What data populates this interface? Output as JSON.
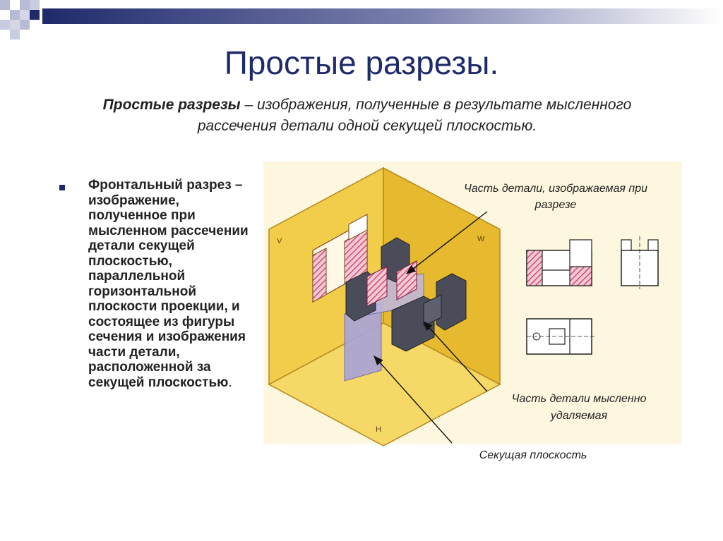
{
  "slide": {
    "title": "Простые разрезы.",
    "definition_term": "Простые разрезы",
    "definition_rest": " – изображения, полученные в результате мысленного рассечения детали одной секущей плоскостью."
  },
  "bullet": {
    "text": "Фронтальный разрез – изображение, полученное при мысленном рассечении детали секущей плоскостью, параллельной горизонтальной плоскости проекции, и состоящее из фигуры сечения и изображения части детали, расположенной за секущей плоскостью",
    "end": "."
  },
  "figure": {
    "label_part_shown": "Часть детали, изображаемая при разрезе",
    "label_part_removed": "Часть детали мысленно удаляемая",
    "label_cutting_plane": "Секущая плоскость",
    "plane_letters": {
      "v": "V",
      "w": "W",
      "h": "H"
    }
  },
  "colors": {
    "title": "#1f2a6b",
    "plane_yellow": "#f2cd4a",
    "plane_yellow_dark": "#e7b92e",
    "cutting_plane": "#a9a3d8",
    "section_hatch": "#c23a63",
    "part_dark": "#4a4c5a"
  },
  "icons": [
    "corner-squares-icon",
    "bullet-square-icon",
    "arrow-icon"
  ]
}
